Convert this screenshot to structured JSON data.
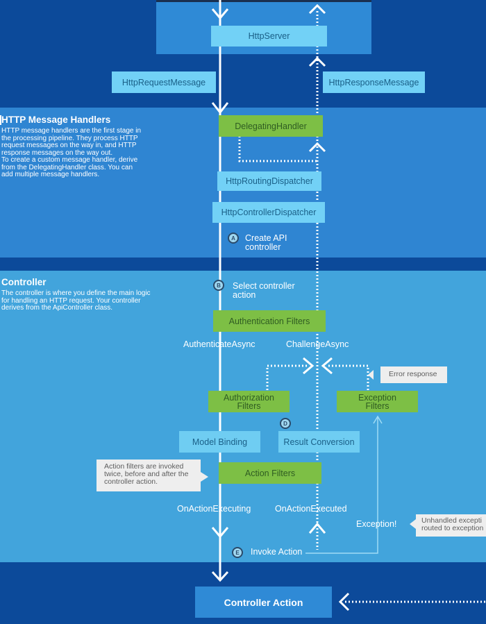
{
  "top": {
    "http_server": "HttpServer",
    "request_message": "HttpRequestMessage",
    "response_message": "HttpResponseMessage"
  },
  "handlers": {
    "heading": "HTTP Message Handlers",
    "description": "HTTP message handlers are the first stage in\nthe processing pipeline. They process HTTP\nrequest messages on the way in, and HTTP\nresponse messages on the way out.\nTo create a custom message handler, derive\nfrom the DelegatingHandler class. You can\nadd multiple message handlers.",
    "delegating_handler": "DelegatingHandler",
    "routing_dispatcher": "HttpRoutingDispatcher",
    "controller_dispatcher": "HttpControllerDispatcher",
    "step_a_marker": "A",
    "step_a_label": "Create API\ncontroller"
  },
  "controller": {
    "heading": "Controller",
    "description": "The controller is where you define the main logic\nfor handling an HTTP request. Your controller\nderives from the ApiController class.",
    "step_b_marker": "B",
    "step_b_label": "Select controller\naction",
    "authentication_filters": "Authentication Filters",
    "authenticate_async": "AuthenticateAsync",
    "challenge_async": "ChallengeAsync",
    "error_response": "Error response",
    "authorization_filters": "Authorization\nFilters",
    "exception_filters": "Exception\nFilters",
    "step_d_marker": "D",
    "model_binding": "Model Binding",
    "result_conversion": "Result Conversion",
    "action_filters_note": "Action filters are invoked\ntwice, before and after the\ncontroller action.",
    "action_filters": "Action Filters",
    "on_action_executing": "OnActionExecuting",
    "on_action_executed": "OnActionExecuted",
    "exception_label": "Exception!",
    "unhandled_note": "Unhandled excepti\nrouted to exception",
    "step_e_marker": "E",
    "invoke_action": "Invoke Action"
  },
  "bottom": {
    "controller_action": "Controller Action"
  },
  "colors": {
    "dark_blue": "#0c4a9a",
    "mid_blue": "#2f85d2",
    "light_blue": "#42a4dc",
    "box_light": "#72d1f6",
    "box_green": "#7dbf45"
  }
}
